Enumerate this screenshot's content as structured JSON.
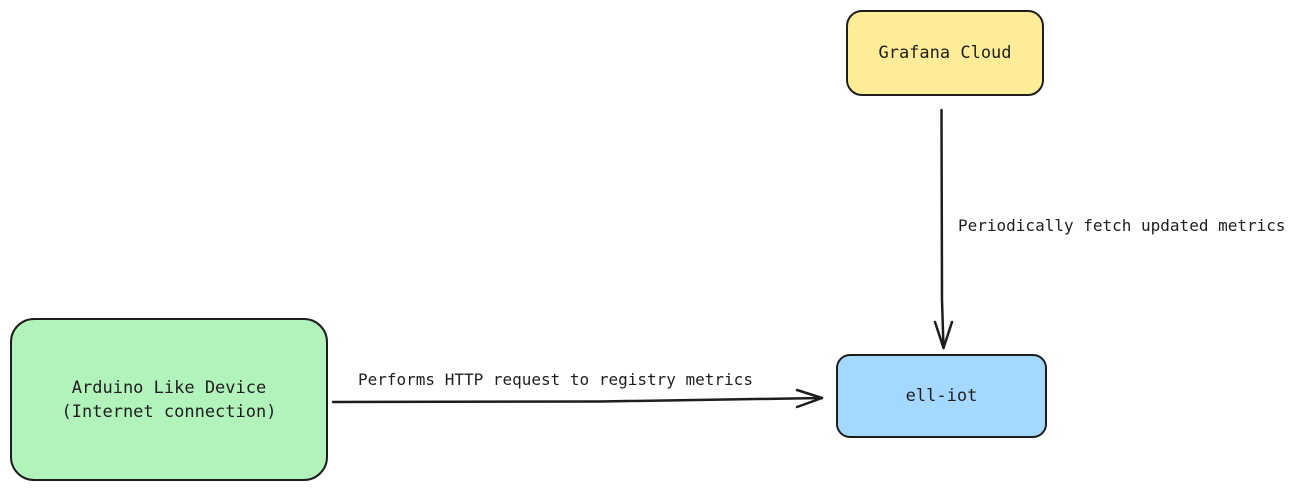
{
  "diagram": {
    "nodes": {
      "grafana": {
        "label": "Grafana Cloud",
        "fill": "#ffec99"
      },
      "arduino": {
        "line1": "Arduino Like Device",
        "line2": "(Internet connection)",
        "fill": "#b2f2bb"
      },
      "elliot": {
        "label": "ell-iot",
        "fill": "#a5d8ff"
      }
    },
    "edges": {
      "fetch": {
        "label": "Periodically fetch updated metrics"
      },
      "http": {
        "label": "Performs HTTP request to registry metrics"
      }
    },
    "stroke_color": "#1e1e1e"
  }
}
